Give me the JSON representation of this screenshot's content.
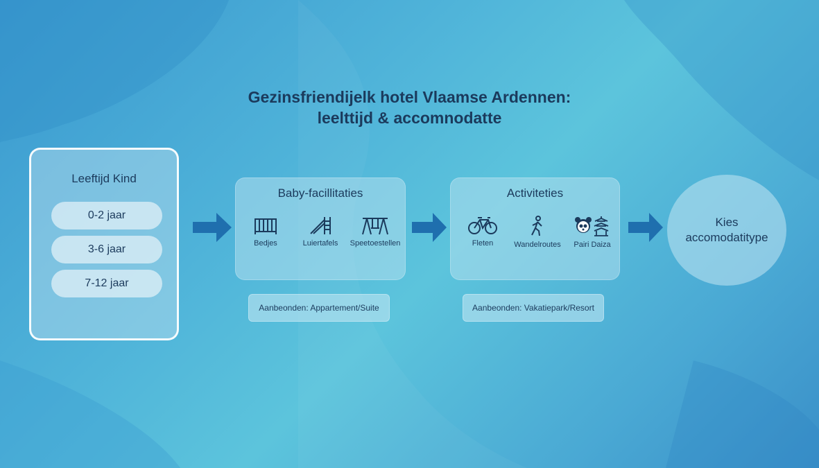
{
  "title": {
    "line1": "Gezinsfriendijelk hotel Vlaamse Ardennen:",
    "line2": "leelttijd & accomnodatte"
  },
  "age": {
    "title": "Leeftijd Kind",
    "options": [
      "0-2 jaar",
      "3-6 jaar",
      "7-12 jaar"
    ]
  },
  "baby": {
    "title": "Baby-facillitaties",
    "items": [
      {
        "label": "Bedjes",
        "icon": "crib-icon"
      },
      {
        "label": "Luiertafels",
        "icon": "slide-icon"
      },
      {
        "label": "Speetoestellen",
        "icon": "swing-icon"
      }
    ],
    "offer": "Aanbeonden: Appartement/Suite"
  },
  "activities": {
    "title": "Activiteties",
    "items": [
      {
        "label": "Fleten",
        "icon": "bicycle-icon"
      },
      {
        "label": "Wandelroutes",
        "icon": "hiker-icon"
      },
      {
        "label": "Pairi Daiza",
        "icon": "panda-pagoda-icon"
      }
    ],
    "offer": "Aanbeonden: Vakatiepark/Resort"
  },
  "final": {
    "line1": "Kies",
    "line2": "accomodatitype"
  },
  "colors": {
    "text": "#1b3a5c",
    "arrow": "#1f6fae",
    "panel_border": "#ffffff"
  }
}
